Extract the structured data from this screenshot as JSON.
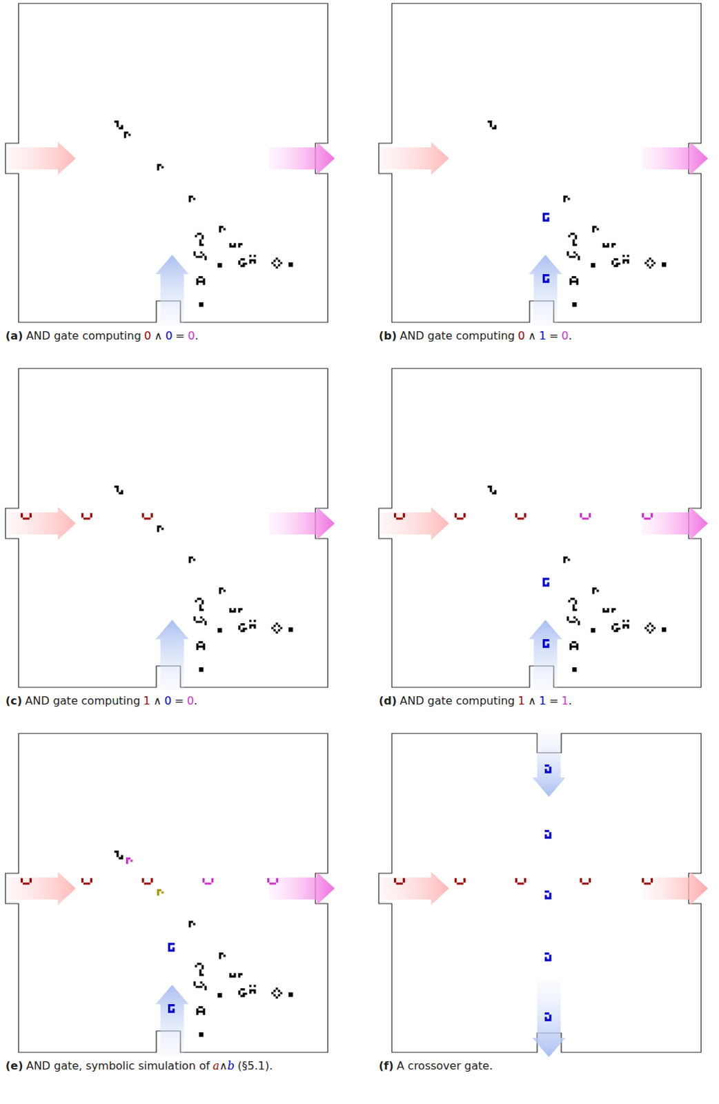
{
  "diagram": {
    "labels": [
      "(a)",
      "AND gate computing",
      "0",
      "∧",
      "0",
      "=",
      "0",
      ".",
      "(b)",
      "AND gate computing",
      "0",
      "∧",
      "1",
      "=",
      "0",
      ".",
      "(c)",
      "AND gate computing",
      "1",
      "∧",
      "0",
      "=",
      "0",
      ".",
      "(d)",
      "AND gate computing",
      "1",
      "∧",
      "1",
      "=",
      "1",
      ".",
      "(e)",
      "AND gate, symbolic simulation of",
      "a",
      "∧",
      "b",
      "(§5.1).",
      "(f)",
      "A crossover gate."
    ]
  }
}
